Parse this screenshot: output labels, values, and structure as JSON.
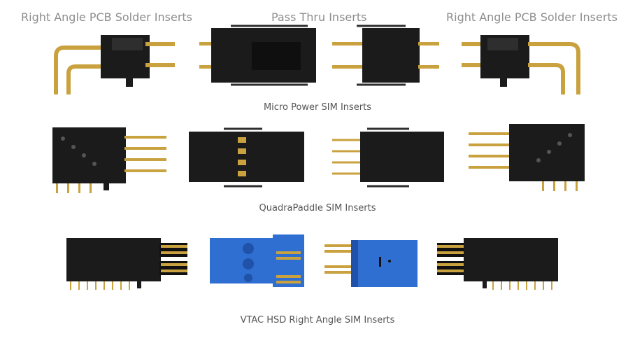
{
  "headings": {
    "left": "Right Angle PCB Solder Inserts",
    "center": "Pass Thru Inserts",
    "right": "Right Angle PCB Solder Inserts"
  },
  "sections": {
    "micro_power": "Micro Power SIM Inserts",
    "quadrapaddle": "QuadraPaddle SIM Inserts",
    "vtac": "VTAC HSD Right Angle SIM Inserts"
  },
  "colors": {
    "housing": "#1b1b1b",
    "housing_edge": "#2e2e2e",
    "gold": "#c9a23f",
    "gold_light": "#e8cc72",
    "blue": "#2f6fd1",
    "blue_dark": "#1f52a8",
    "label_gray": "#8e8e8e",
    "caption": "#555555"
  }
}
